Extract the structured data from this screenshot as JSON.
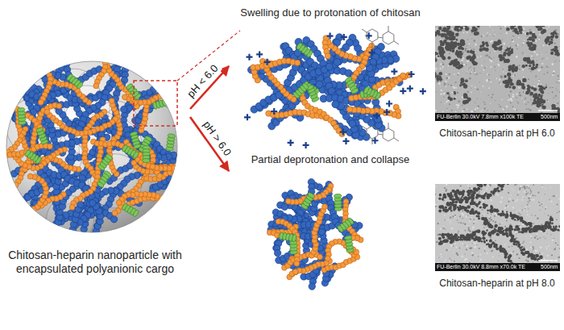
{
  "diagram": {
    "nodes": [
      {
        "text": [
          "Chitosan-heparin nanoparticle with encapsulated polyanionic cargo"
        ]
      },
      {
        "text": [
          "Swelling due to protonation of chitosan"
        ]
      },
      {
        "text": [
          "Partial deprotonation and collapse"
        ]
      },
      {
        "text": [
          "Chitosan-heparin at pH 6.0"
        ]
      },
      {
        "text": [
          "Chitosan-heparin at pH 8.0"
        ]
      }
    ],
    "edges": [
      {
        "from": 0,
        "to": 1,
        "label": "pH < 6.0",
        "arrow": "to"
      },
      {
        "from": 0,
        "to": 2,
        "label": "pH > 6.0",
        "arrow": "to"
      }
    ],
    "labels": [
      "FU-Berlin 30.0kV 7.8mm x100k TE",
      "500nm",
      "FU-Berlin 30.0kV 8.8mm x70.0k TE",
      "500nm"
    ]
  }
}
